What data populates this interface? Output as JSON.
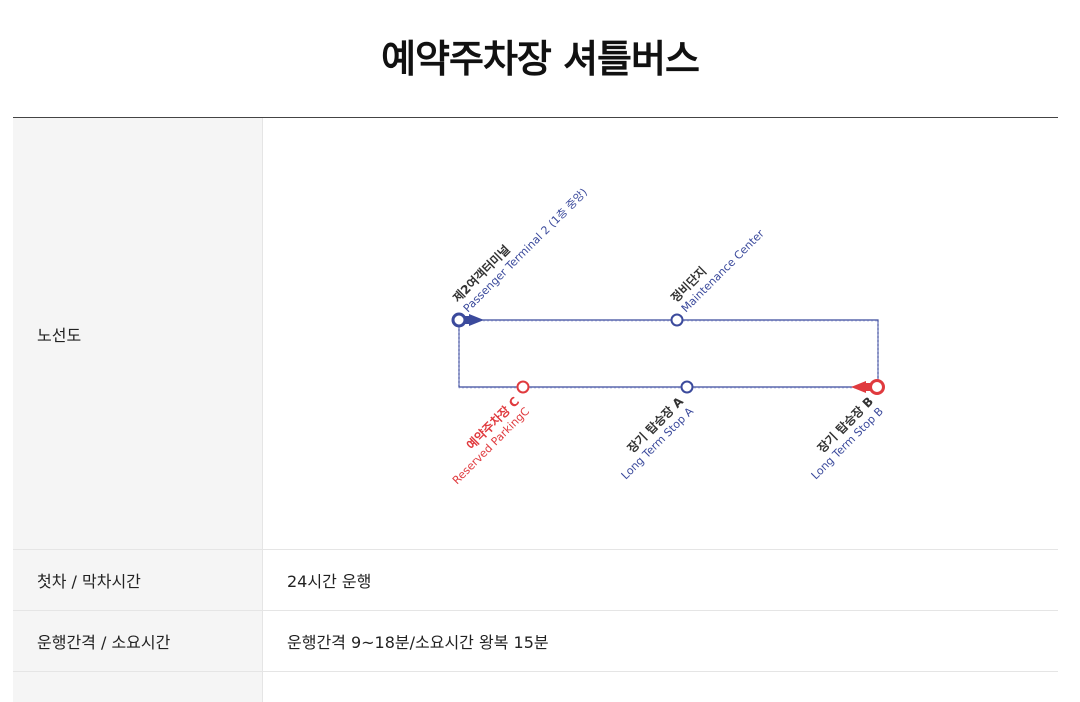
{
  "page_title": "예약주차장 셔틀버스",
  "colors": {
    "route": "#3b4a9c",
    "reserved": "#e03a3e",
    "header_bg": "#f5f5f5"
  },
  "rows": [
    {
      "label": "노선도"
    },
    {
      "label": "첫차 / 막차시간",
      "value": "24시간 운행"
    },
    {
      "label": "운행간격 / 소요시간",
      "value": "운행간격 9~18분/소요시간 왕복 15분"
    }
  ],
  "route_map": {
    "stops": {
      "terminal2": {
        "ko": "제2여객터미널",
        "en": "Passenger Terminal 2 (1층 중앙)"
      },
      "maintenance": {
        "ko": "정비단지",
        "en": "Maintenance Center"
      },
      "reserved_c": {
        "ko": "예약주차장 C",
        "en": "Reserved ParkingC"
      },
      "long_a": {
        "ko": "장기 탑승장 A",
        "en": "Long Term Stop A"
      },
      "long_b": {
        "ko": "장기 탑승장 B",
        "en": "Long Term Stop B"
      }
    }
  }
}
